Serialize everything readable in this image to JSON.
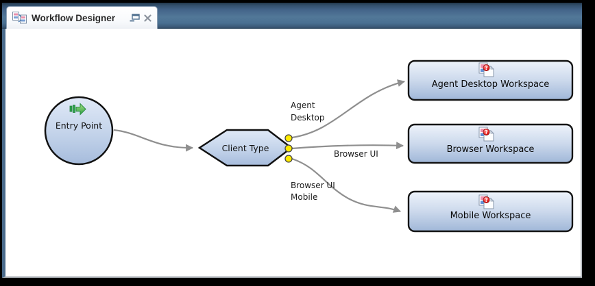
{
  "window": {
    "tab": {
      "title": "Workflow Designer"
    },
    "icons": {
      "tab_icon": "workflow-documents-icon",
      "restore_icon": "float-view-window",
      "close_icon": "close-x"
    }
  },
  "diagram": {
    "workspace_icon_badge": "?",
    "nodes": [
      {
        "id": "entry-point",
        "type": "entry",
        "label": "Entry Point",
        "icon": "green-arrow-right"
      },
      {
        "id": "client-type",
        "type": "branch",
        "label": "Client Type"
      },
      {
        "id": "agent-desktop-workspace",
        "type": "workspace",
        "label": "Agent Desktop Workspace",
        "icon": "document-question-badge"
      },
      {
        "id": "browser-workspace",
        "type": "workspace",
        "label": "Browser Workspace",
        "icon": "document-question-badge"
      },
      {
        "id": "mobile-workspace",
        "type": "workspace",
        "label": "Mobile Workspace",
        "icon": "document-question-badge"
      }
    ],
    "edges": [
      {
        "from": "entry-point",
        "to": "client-type",
        "label": ""
      },
      {
        "from": "client-type",
        "to": "agent-desktop-workspace",
        "label": "Agent Desktop"
      },
      {
        "from": "client-type",
        "to": "browser-workspace",
        "label": "Browser UI"
      },
      {
        "from": "client-type",
        "to": "mobile-workspace",
        "label": "Browser UI Mobile"
      }
    ],
    "ports": {
      "count": 3,
      "color": "#ffeb00"
    }
  },
  "colors": {
    "page_bg": "#000000",
    "frame_blue": "#4a6b8c",
    "bar_top": "#22374b",
    "bar_mid": "#527898",
    "canvas": "#ffffff",
    "node_fill_top": "#dde7f6",
    "node_fill_bottom": "#a9bfde",
    "node_border": "#111111",
    "connector_gray": "#8f8f8f",
    "port_yellow": "#ffeb00"
  }
}
